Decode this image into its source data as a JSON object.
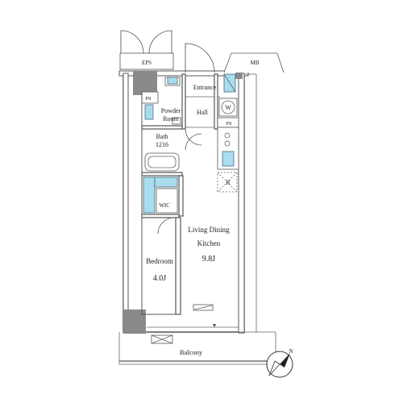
{
  "rooms": {
    "eps": "EPS",
    "mb": "MB",
    "entrance": "Entrance",
    "ps_left": "PS",
    "powder_line1": "Powder",
    "powder_line2": "Room",
    "hall": "Hall",
    "washer": "W",
    "ps_right": "PS",
    "bath_line1": "Bath",
    "bath_line2": "1216",
    "fridge": "R",
    "wic": "WIC",
    "ldk_line1": "Living Dining",
    "ldk_line2": "Kitchen",
    "ldk_size": "9.8J",
    "bedroom": "Bedroom",
    "bedroom_size": "4.0J",
    "balcony": "Balcony"
  },
  "compass": {
    "label": "N"
  },
  "colors": {
    "fixture_accent": "#a9dcef",
    "wall_gray": "#888888"
  }
}
